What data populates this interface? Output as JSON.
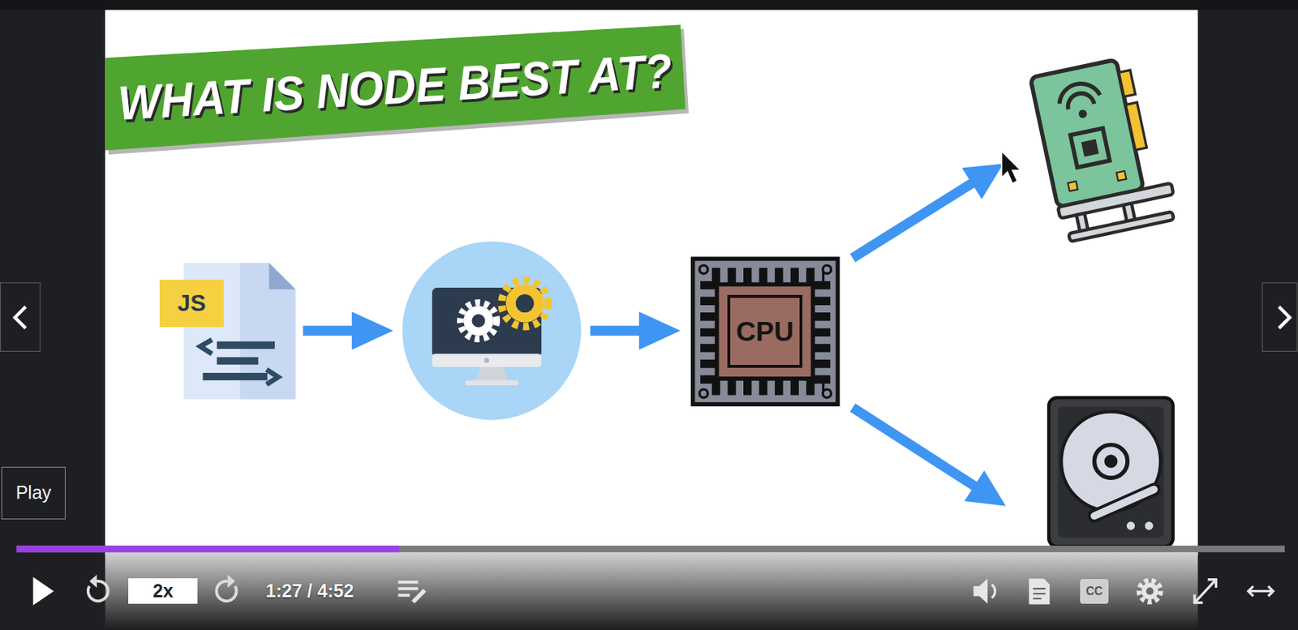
{
  "diagram": {
    "title": "WHAT IS NODE BEST AT?",
    "nodes": [
      {
        "text": [
          "JS"
        ]
      },
      {
        "text": [
          "CPU"
        ]
      },
      {
        "text": [
          "Play"
        ]
      },
      {
        "text": [
          "2x"
        ]
      },
      {
        "text": [
          "CC"
        ]
      }
    ],
    "labels": [
      "1:27 / 4:52"
    ]
  }
}
